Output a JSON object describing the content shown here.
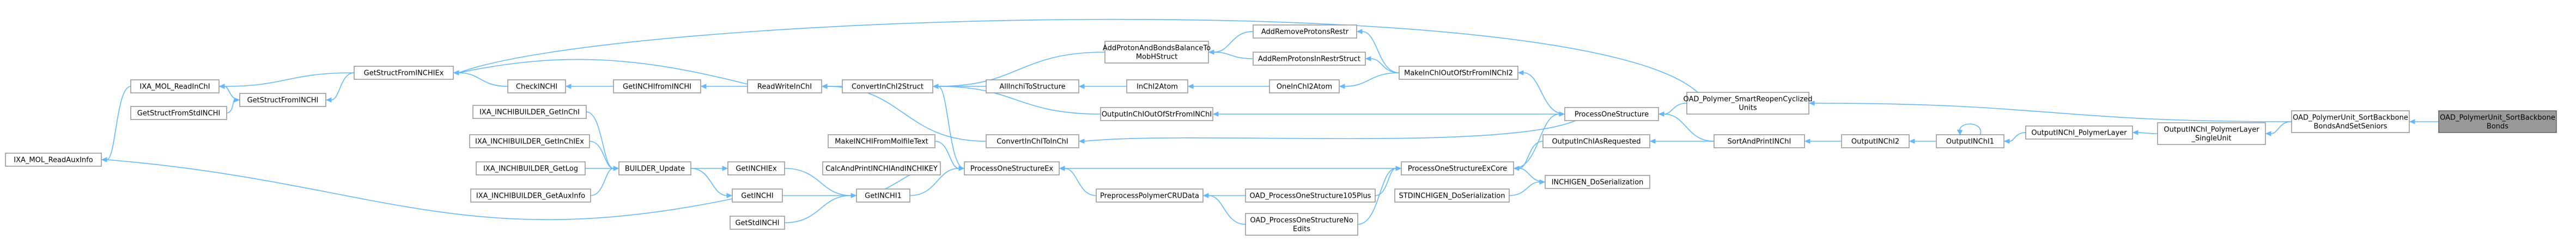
{
  "graph": {
    "root_id": "oad_sortbackbone",
    "colors": {
      "edge": "#63b8ff",
      "node_border": "#999999",
      "node_fill": "#ffffff",
      "root_fill": "#999999"
    },
    "nodes": [
      {
        "id": "ixa_readauxinfo",
        "lines": [
          "IXA_MOL_ReadAuxInfo"
        ]
      },
      {
        "id": "ixa_readinchi",
        "lines": [
          "IXA_MOL_ReadInChI"
        ]
      },
      {
        "id": "getstructfromstdinchi",
        "lines": [
          "GetStructFromStdINCHI"
        ]
      },
      {
        "id": "getstructfrominchi",
        "lines": [
          "GetStructFromINCHI"
        ]
      },
      {
        "id": "getstructfrominchiex",
        "lines": [
          "GetStructFromINCHIEx"
        ]
      },
      {
        "id": "checkinchi",
        "lines": [
          "CheckINCHI"
        ]
      },
      {
        "id": "getinchifrominchi",
        "lines": [
          "GetINCHIfromINCHI"
        ]
      },
      {
        "id": "readwriteinchi",
        "lines": [
          "ReadWriteInChI"
        ]
      },
      {
        "id": "convertinchi2struct",
        "lines": [
          "ConvertInChI2Struct"
        ]
      },
      {
        "id": "addprotonandbondsbalance",
        "lines": [
          "AddProtonAndBondsBalanceTo",
          "MobHStruct"
        ]
      },
      {
        "id": "allinchitostructure",
        "lines": [
          "AllInchiToStructure"
        ]
      },
      {
        "id": "inchi2atom",
        "lines": [
          "InChI2Atom"
        ]
      },
      {
        "id": "addremoveprotonsrestr",
        "lines": [
          "AddRemoveProtonsRestr"
        ]
      },
      {
        "id": "addremprotonsinrestrstruct",
        "lines": [
          "AddRemProtonsInRestrStruct"
        ]
      },
      {
        "id": "oneinchi2atom",
        "lines": [
          "OneInChI2Atom"
        ]
      },
      {
        "id": "makeinchioutofstrfrominchi2",
        "lines": [
          "MakeInChIOutOfStrFromINChI2"
        ]
      },
      {
        "id": "outputinchioutofstrfrominchi",
        "lines": [
          "OutputInChIOutOfStrFromINChI"
        ]
      },
      {
        "id": "convertinchitoinchi",
        "lines": [
          "ConvertInChIToInChI"
        ]
      },
      {
        "id": "processonestructure",
        "lines": [
          "ProcessOneStructure"
        ]
      },
      {
        "id": "oad_smartreopen",
        "lines": [
          "OAD_Polymer_SmartReopenCyclized",
          "Units"
        ]
      },
      {
        "id": "sortprintinchi",
        "lines": [
          "SortAndPrintINChI"
        ]
      },
      {
        "id": "outputinchisrequested",
        "lines": [
          "OutputInChIAsRequested"
        ]
      },
      {
        "id": "outputinchi2",
        "lines": [
          "OutputINChI2"
        ]
      },
      {
        "id": "outputinchi1",
        "lines": [
          "OutputINChI1"
        ]
      },
      {
        "id": "outputinchi_polymerlayer",
        "lines": [
          "OutputINChI_PolymerLayer"
        ]
      },
      {
        "id": "outputinchi_polymerlayer_single",
        "lines": [
          "OutputINChI_PolymerLayer",
          "_SingleUnit"
        ]
      },
      {
        "id": "oad_sortbackbonebonds_sets",
        "lines": [
          "OAD_PolymerUnit_SortBackbone",
          "BondsAndSetSeniors"
        ]
      },
      {
        "id": "oad_sortbackbone",
        "lines": [
          "OAD_PolymerUnit_SortBackbone",
          "Bonds"
        ]
      },
      {
        "id": "makeinchifrommolfiletext",
        "lines": [
          "MakeINCHIFromMolfileText"
        ]
      },
      {
        "id": "calcandprintinchiandinchikey",
        "lines": [
          "CalcAndPrintINCHIAndINCHIKEY"
        ]
      },
      {
        "id": "processonestructureex",
        "lines": [
          "ProcessOneStructureEx"
        ]
      },
      {
        "id": "processonestructureexcore",
        "lines": [
          "ProcessOneStructureExCore"
        ]
      },
      {
        "id": "inchigen_doserialization",
        "lines": [
          "INCHIGEN_DoSerialization"
        ]
      },
      {
        "id": "stdinchigen_doserialization",
        "lines": [
          "STDINCHIGEN_DoSerialization"
        ]
      },
      {
        "id": "preprocesspolymercrudata",
        "lines": [
          "PreprocessPolymerCRUData"
        ]
      },
      {
        "id": "oad_processonestructure105plus",
        "lines": [
          "OAD_ProcessOneStructure105Plus"
        ]
      },
      {
        "id": "oad_processonestructurenoedits",
        "lines": [
          "OAD_ProcessOneStructureNo",
          "Edits"
        ]
      },
      {
        "id": "ixa_builder_getinchi",
        "lines": [
          "IXA_INCHIBUILDER_GetInChI"
        ]
      },
      {
        "id": "ixa_builder_getinchiex",
        "lines": [
          "IXA_INCHIBUILDER_GetInChIEx"
        ]
      },
      {
        "id": "ixa_builder_getlog",
        "lines": [
          "IXA_INCHIBUILDER_GetLog"
        ]
      },
      {
        "id": "ixa_builder_getauxinfo",
        "lines": [
          "IXA_INCHIBUILDER_GetAuxInfo"
        ]
      },
      {
        "id": "builder_update",
        "lines": [
          "BUILDER_Update"
        ]
      },
      {
        "id": "getinchiex",
        "lines": [
          "GetINCHIEx"
        ]
      },
      {
        "id": "getinchi_upper",
        "lines": [
          "GetINCHI"
        ]
      },
      {
        "id": "getinchi1",
        "lines": [
          "GetINCHI1"
        ]
      },
      {
        "id": "getstdinchi",
        "lines": [
          "GetStdINCHI"
        ]
      }
    ]
  }
}
